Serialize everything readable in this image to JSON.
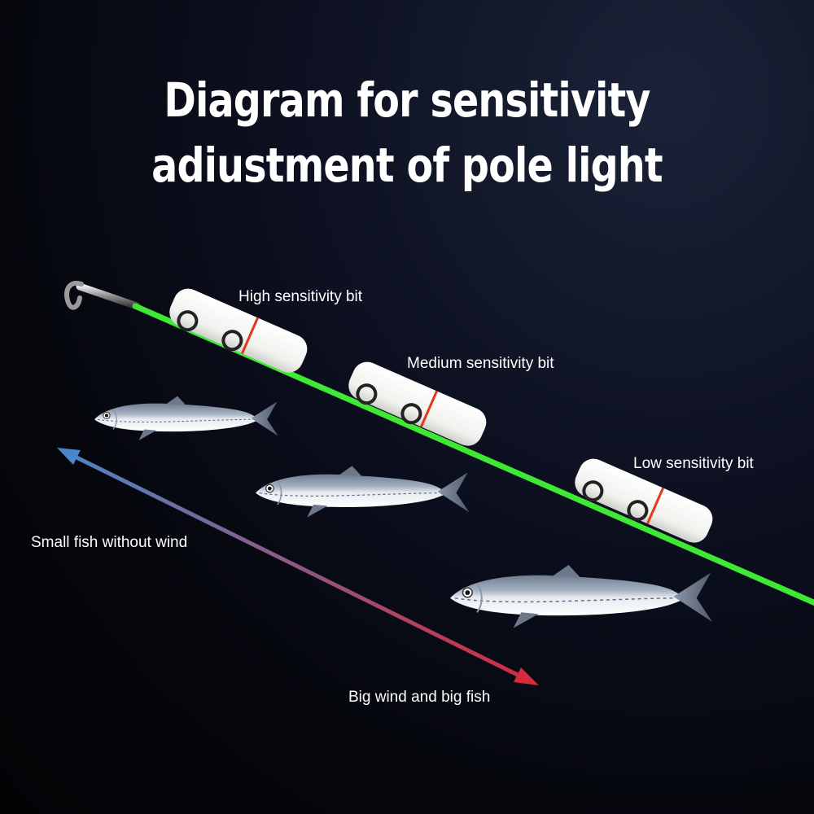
{
  "title": {
    "line1": "Diagram for sensitivity",
    "line2": "adiustment of pole light"
  },
  "floats": [
    {
      "label": "High sensitivity bit"
    },
    {
      "label": "Medium sensitivity bit"
    },
    {
      "label": "Low sensitivity bit"
    }
  ],
  "arrow": {
    "start_label": "Small fish without wind",
    "end_label": "Big wind and big fish",
    "start_color": "#4a86c8",
    "end_color": "#d42a3c"
  },
  "colors": {
    "pole_line": "#3ee834",
    "float_body": "#f1f1ee",
    "float_band": "#e2381e"
  },
  "fish_count": 3
}
